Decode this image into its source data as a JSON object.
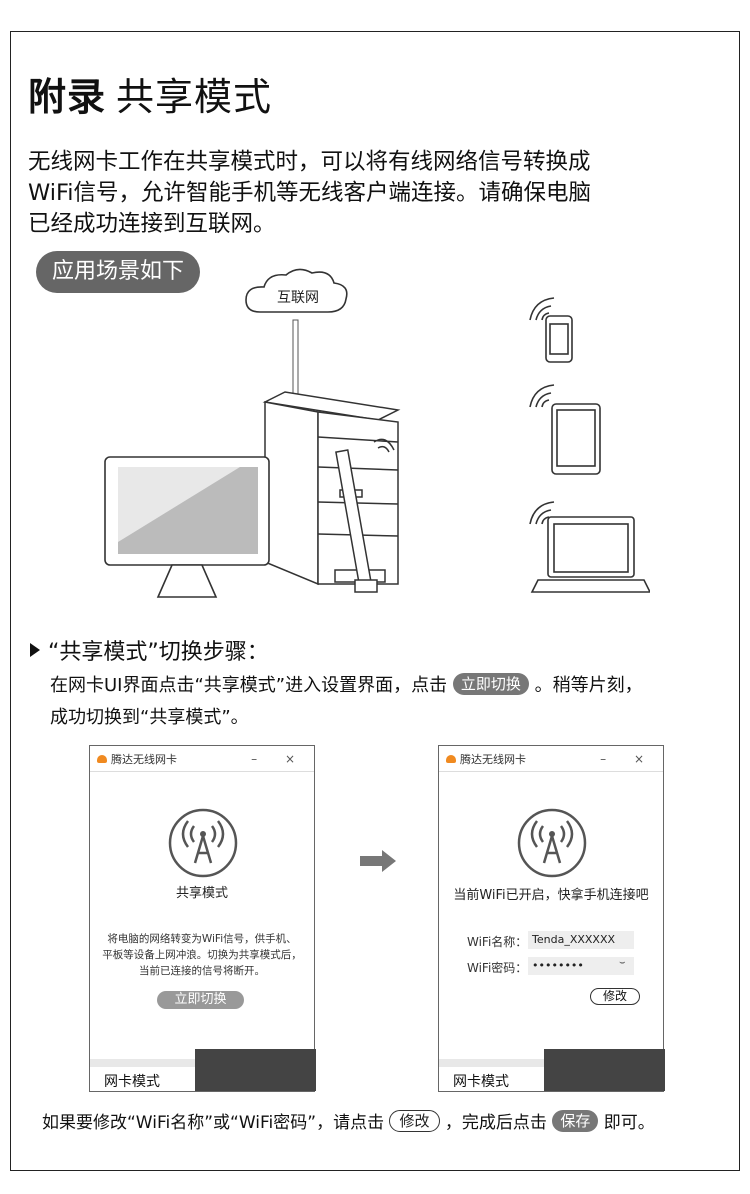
{
  "title": {
    "bold": "附录",
    "rest": "共享模式"
  },
  "intro": {
    "line1": "无线网卡工作在共享模式时，可以将有线网络信号转换成",
    "line2": "WiFi信号，允许智能手机等无线客户端连接。请确保电脑",
    "line3": "已经成功连接到互联网。"
  },
  "scene": {
    "badge": "应用场景如下",
    "cloud_label": "互联网"
  },
  "steps": {
    "heading": "“共享模式”切换步骤：",
    "line1_pre": "在网卡UI界面点击“共享模式”进入设置界面，点击",
    "line1_btn": "立即切换",
    "line1_post": "。稍等片刻，",
    "line2": "成功切换到“共享模式”。"
  },
  "window_left": {
    "title": "腾达无线网卡",
    "controls": "– ×",
    "heading": "共享模式",
    "note1": "将电脑的网络转变为WiFi信号，供手机、",
    "note2": "平板等设备上网冲浪。切换为共享模式后，",
    "note3": "当前已连接的信号将断开。",
    "button": "立即切换",
    "tab": "网卡模式"
  },
  "window_right": {
    "title": "腾达无线网卡",
    "controls": "– ×",
    "heading": "当前WiFi已开启，快拿手机连接吧",
    "ssid_label": "WiFi名称：",
    "ssid_value": "Tenda_XXXXXX",
    "pwd_label": "WiFi密码：",
    "pwd_value": "••••••••",
    "button": "修改",
    "tab": "网卡模式"
  },
  "footer": {
    "pre": "如果要修改“WiFi名称”或“WiFi密码”，请点击",
    "btn1": "修改",
    "mid": "，完成后点击",
    "btn2": "保存",
    "post": "即可。"
  },
  "colors": {
    "accent_gray": "#666666",
    "logo_orange": "#f08a20"
  }
}
